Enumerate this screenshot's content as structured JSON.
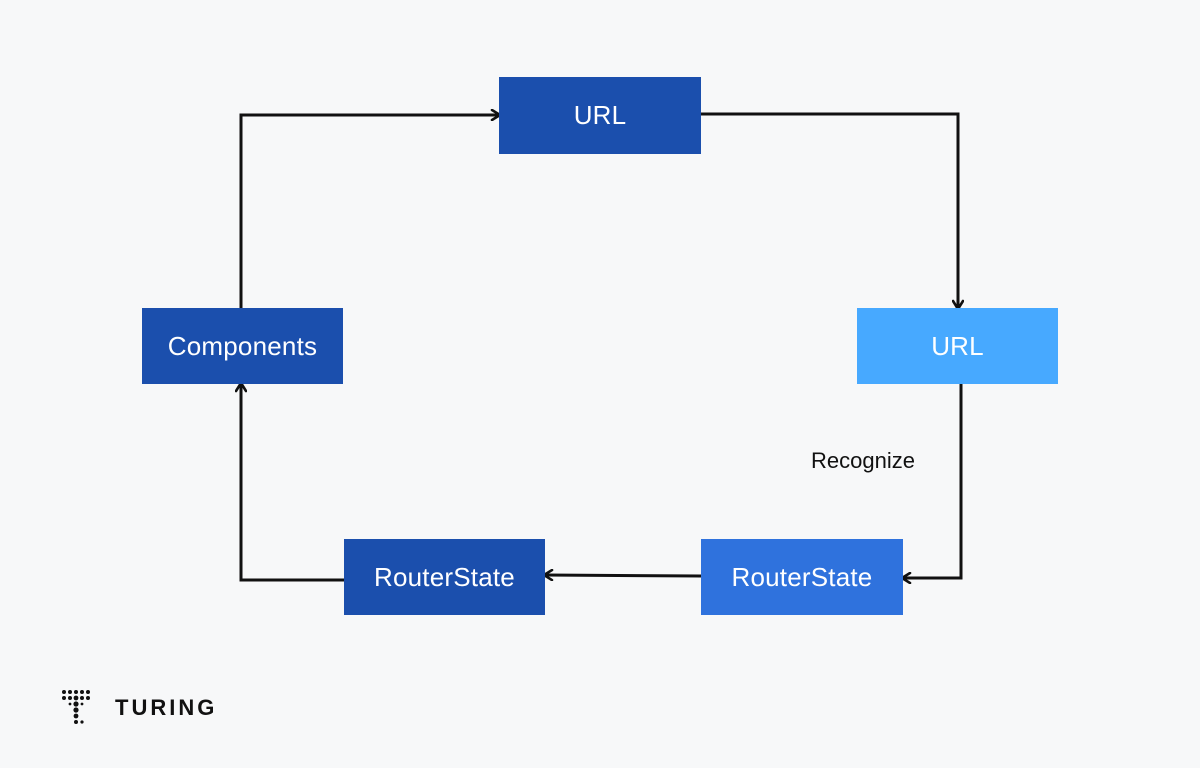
{
  "nodes": {
    "url_top": {
      "label": "URL",
      "color": "#1b4fad"
    },
    "url_right": {
      "label": "URL",
      "color": "#47a9ff"
    },
    "components": {
      "label": "Components",
      "color": "#1b4fad"
    },
    "routerstate_left": {
      "label": "RouterState",
      "color": "#1b4fad"
    },
    "routerstate_right": {
      "label": "RouterState",
      "color": "#2f72dd"
    }
  },
  "edges": {
    "recognize_label": "Recognize"
  },
  "brand": {
    "logo_text": "TURING",
    "logo_icon": "turing-t-dots-icon"
  }
}
